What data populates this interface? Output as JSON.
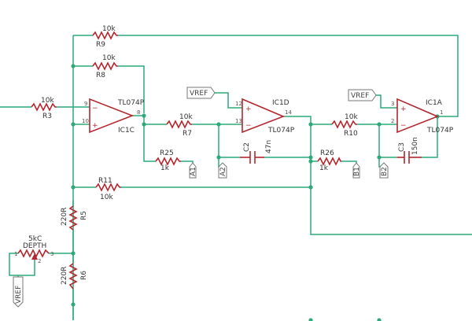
{
  "colors": {
    "wire": "#2eaa7a",
    "component": "#b3262e",
    "label": "#333333",
    "flag_border": "#777777"
  },
  "resistors": {
    "r9": {
      "name": "R9",
      "value": "10k"
    },
    "r8": {
      "name": "R8",
      "value": "10k"
    },
    "r3": {
      "name": "R3",
      "value": "10k"
    },
    "r7": {
      "name": "R7",
      "value": "10k"
    },
    "r10": {
      "name": "R10",
      "value": "10k"
    },
    "r25": {
      "name": "R25",
      "value": "1k"
    },
    "r26": {
      "name": "R26",
      "value": "1k"
    },
    "r11": {
      "name": "R11",
      "value": "10k"
    },
    "r5": {
      "name": "R5",
      "value": "220R"
    },
    "r6": {
      "name": "R6",
      "value": "220R"
    }
  },
  "capacitors": {
    "c2": {
      "name": "C2",
      "value": "47n"
    },
    "c3": {
      "name": "C3",
      "value": "150n"
    }
  },
  "opamps": {
    "ic1c": {
      "name": "IC1C",
      "part": "TL074P",
      "pin_inv": "9",
      "pin_noninv": "10",
      "pin_out": "8"
    },
    "ic1d": {
      "name": "IC1D",
      "part": "TL074P",
      "pin_inv": "13",
      "pin_noninv": "12",
      "pin_out": "14"
    },
    "ic1a": {
      "name": "IC1A",
      "part": "TL074P",
      "pin_inv": "2",
      "pin_noninv": "3",
      "pin_out": "1"
    }
  },
  "potentiometer": {
    "value": "5kC",
    "name": "DEPTH",
    "pin1": "1",
    "pin2": "2",
    "pin3": "3"
  },
  "net_labels": {
    "vref": "VREF",
    "a1": "A1",
    "a2": "A2",
    "b1": "B1",
    "b2": "B2"
  }
}
